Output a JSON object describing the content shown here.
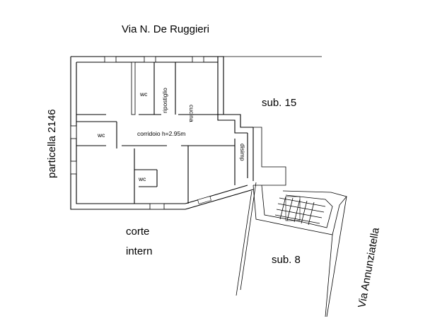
{
  "street_top": "Via N. De Ruggieri",
  "street_right": "Via Annunziatella",
  "parcel_left": "particella 2146",
  "rooms": {
    "wc_top": "wc",
    "ripostiglio": "ripostiglio",
    "cucina": "cucina",
    "wc_left": "wc",
    "corridoio": "corridoio h=2.95m",
    "disimp": "disimp",
    "wc_bottom": "wc"
  },
  "neighbors": {
    "sub15": "sub. 15",
    "sub8": "sub. 8"
  },
  "corte_line1": "corte",
  "corte_line2": "intern"
}
